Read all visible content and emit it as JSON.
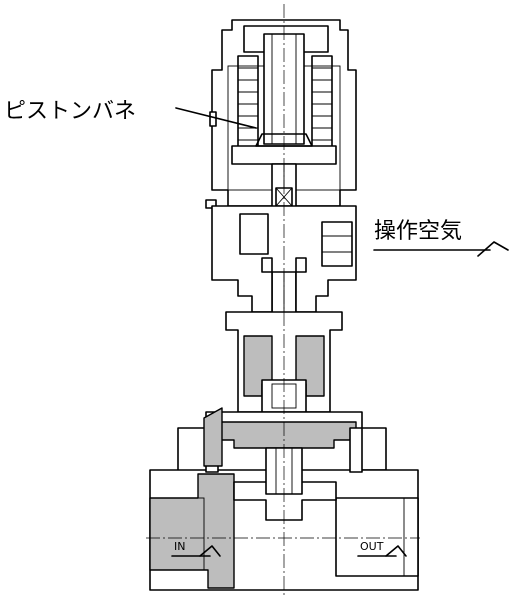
{
  "labels": {
    "piston_spring": "ピストンバネ",
    "operating_air": "操作空気",
    "inlet": "IN",
    "outlet": "OUT"
  },
  "colors": {
    "line": "#000000",
    "shaded_part": "#bdbdbd",
    "background": "#ffffff"
  }
}
